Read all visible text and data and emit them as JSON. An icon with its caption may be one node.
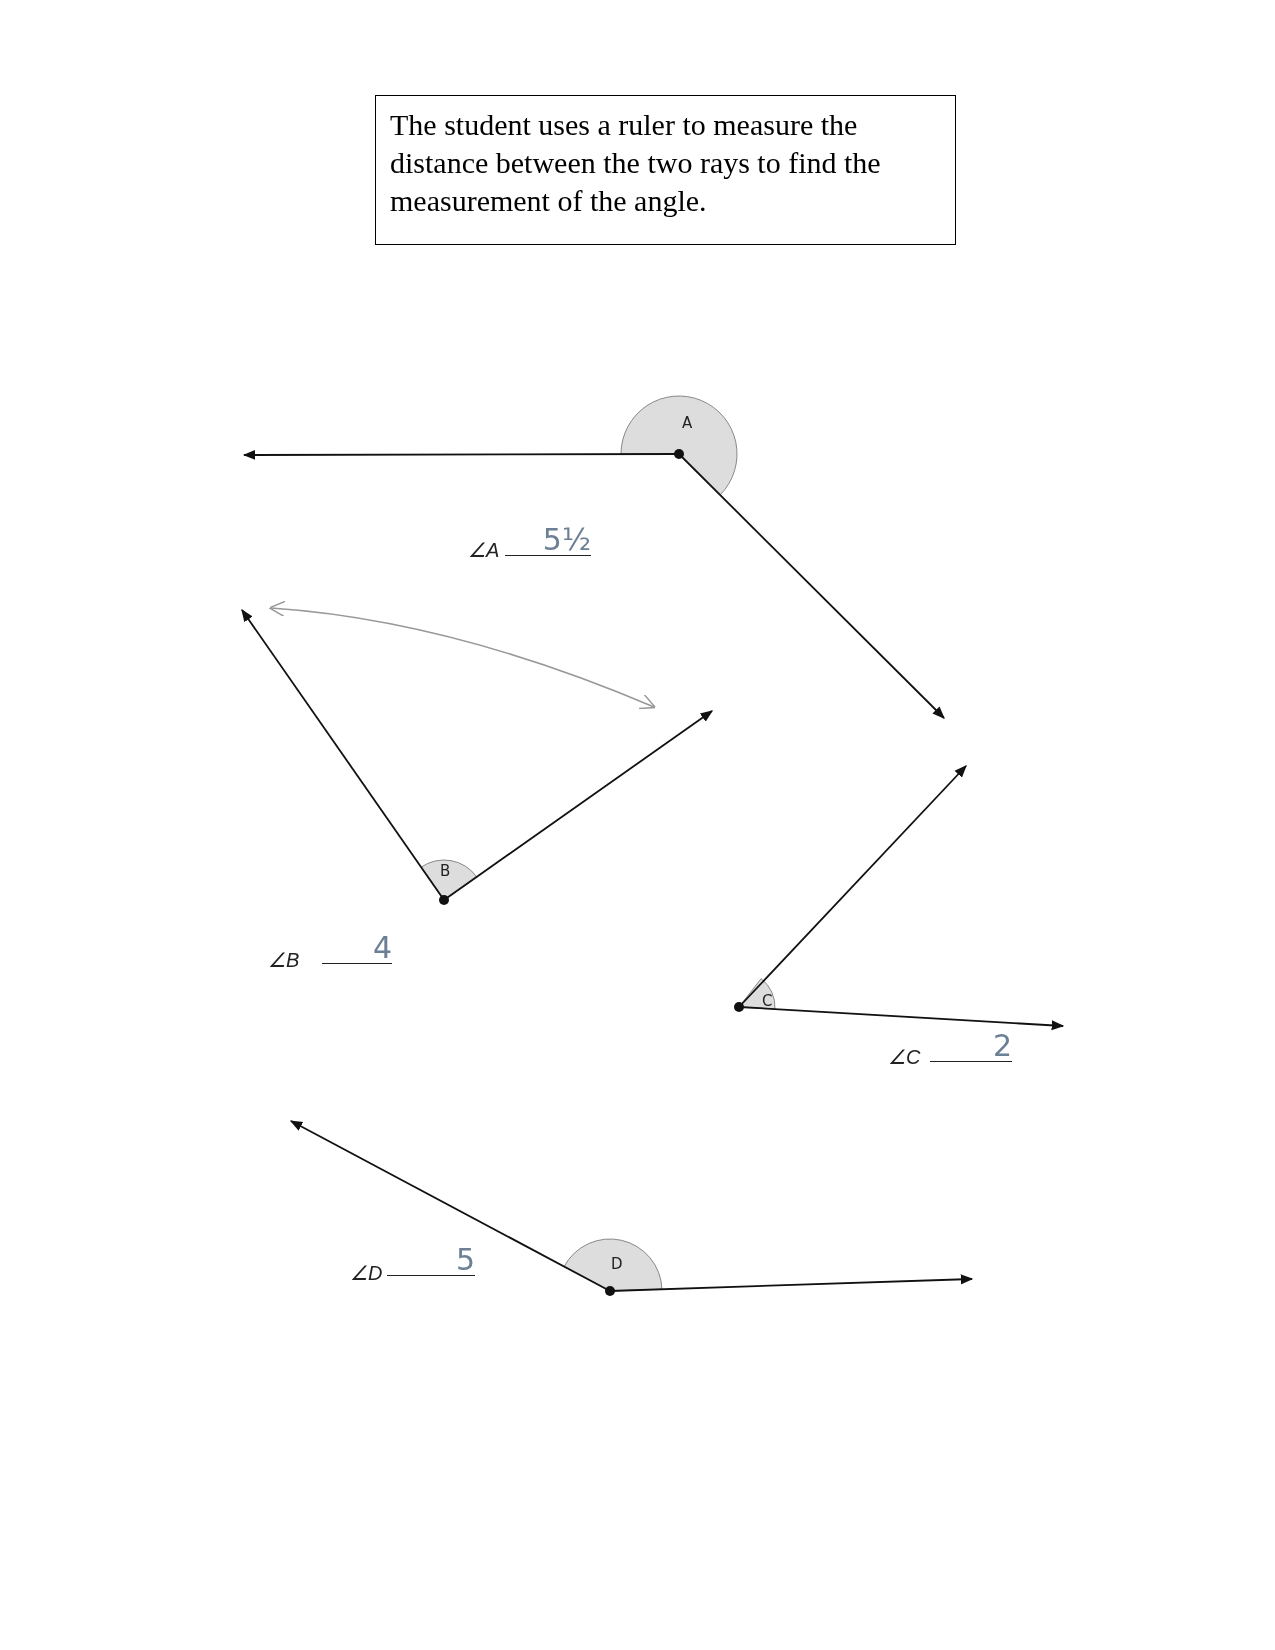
{
  "diagram": {
    "nodes": [
      {
        "text": [
          "The student uses a ruler to measure the distance between the two rays to find the measurement of the angle."
        ]
      }
    ],
    "edges": [],
    "labels": [
      "A",
      "∠A",
      "5½",
      "B",
      "∠B",
      "4",
      "C",
      "∠C",
      "2",
      "D",
      "∠D",
      "5"
    ]
  }
}
